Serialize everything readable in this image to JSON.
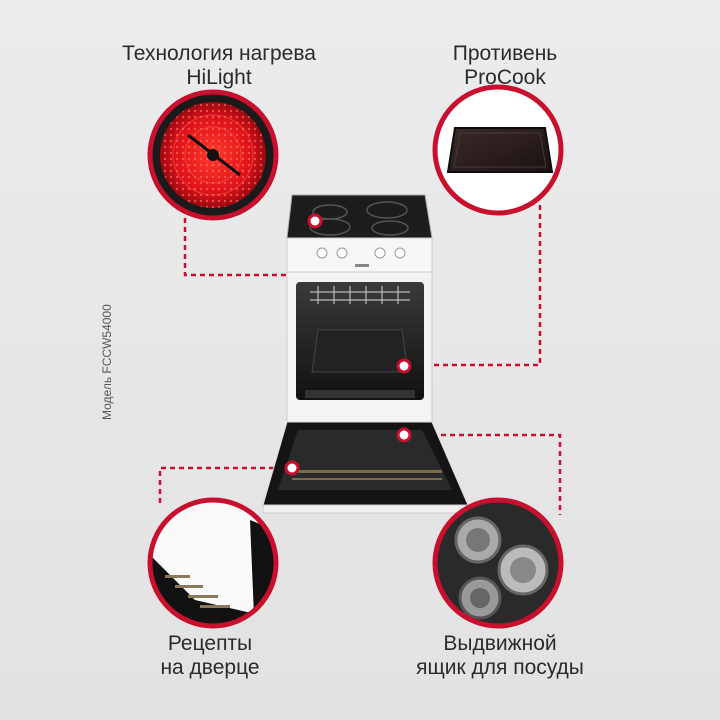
{
  "features": [
    {
      "line1": "Технология нагрева",
      "line2": "HiLight"
    },
    {
      "line1": "Противень",
      "line2": "ProCook"
    },
    {
      "line1": "Рецепты",
      "line2": "на дверце"
    },
    {
      "line1": "Выдвижной",
      "line2": "ящик для посуды"
    }
  ],
  "model_text": "Модель FCCW54000",
  "colors": {
    "accent": "#c8102e",
    "background": "#e6e6e6",
    "text": "#2b2b2b"
  }
}
